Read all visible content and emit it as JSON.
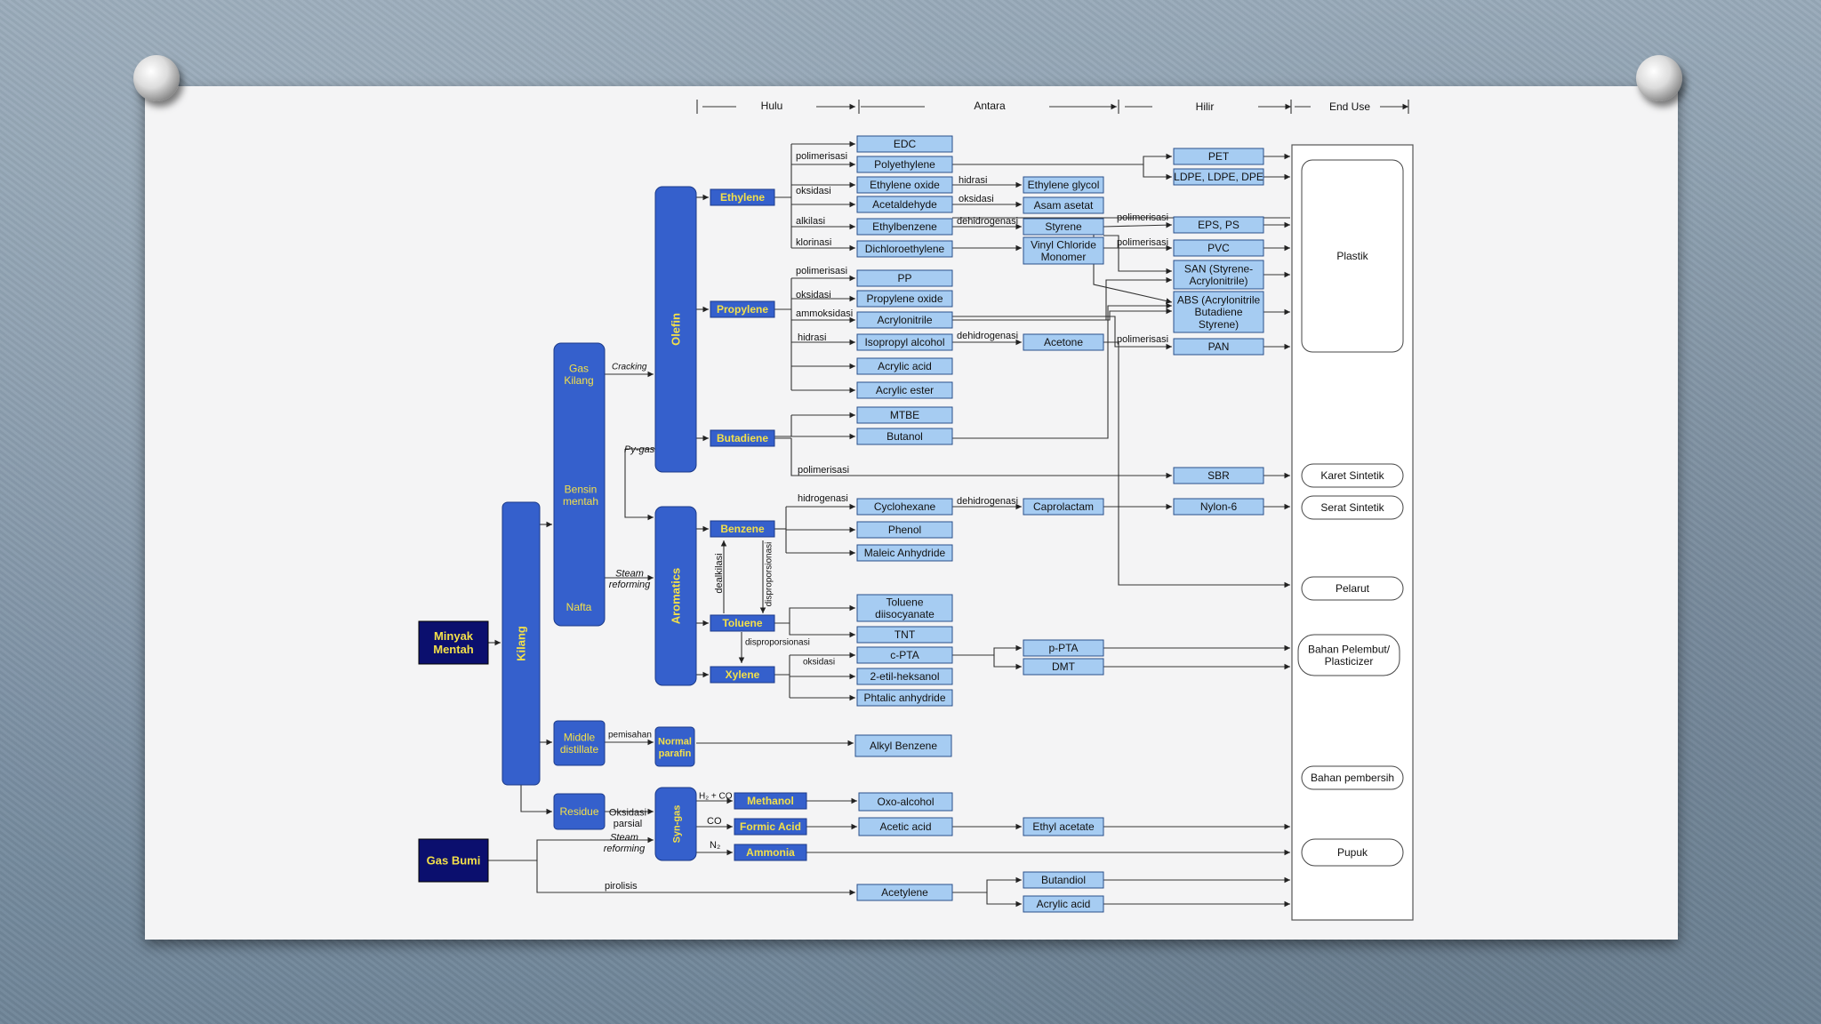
{
  "stages": {
    "hulu": "Hulu",
    "antara": "Antara",
    "hilir": "Hilir",
    "end_use": "End Use"
  },
  "sources": {
    "crude": [
      "Minyak",
      "Mentah"
    ],
    "gas": "Gas Bumi"
  },
  "refinery": {
    "kilang": "Kilang",
    "gas_kilang": [
      "Gas",
      "Kilang"
    ],
    "bensin_mentah": [
      "Bensin",
      "mentah"
    ],
    "nafta": "Nafta",
    "middle_distillate": [
      "Middle",
      "distillate"
    ],
    "residue": "Residue",
    "normal_parafin": [
      "Normal",
      "parafin"
    ],
    "syn_gas": "Syn-gas"
  },
  "groups": {
    "olefin": "Olefin",
    "aromatics": "Aromatics"
  },
  "basics": {
    "ethylene": "Ethylene",
    "propylene": "Propylene",
    "butadiene": "Butadiene",
    "benzene": "Benzene",
    "toluene": "Toluene",
    "xylene": "Xylene",
    "methanol": "Methanol",
    "formic_acid": "Formic Acid",
    "ammonia": "Ammonia"
  },
  "intermediates": {
    "edc": "EDC",
    "polyethylene": "Polyethylene",
    "ethylene_oxide": "Ethylene oxide",
    "acetaldehyde": "Acetaldehyde",
    "ethylbenzene": "Ethylbenzene",
    "dichloroethylene": "Dichloroethylene",
    "pp": "PP",
    "propylene_oxide": "Propylene oxide",
    "acrylonitrile": "Acrylonitrile",
    "isopropyl_alcohol": "Isopropyl alcohol",
    "acrylic_acid": "Acrylic acid",
    "acrylic_ester": "Acrylic ester",
    "mtbe": "MTBE",
    "butanol": "Butanol",
    "cyclohexane": "Cyclohexane",
    "phenol": "Phenol",
    "maleic_anhydride": "Maleic Anhydride",
    "toluene_diisocyanate": [
      "Toluene",
      "diisocyanate"
    ],
    "tnt": "TNT",
    "c_pta": "c-PTA",
    "etil_heksanol": "2-etil-heksanol",
    "phthalic_anhydride": "Phtalic anhydride",
    "alkyl_benzene": "Alkyl Benzene",
    "oxo_alcohol": "Oxo-alcohol",
    "acetic_acid": "Acetic acid",
    "acetylene": "Acetylene"
  },
  "downstream": {
    "ethylene_glycol": "Ethylene glycol",
    "asam_asetat": "Asam asetat",
    "styrene": "Styrene",
    "vcm": [
      "Vinyl Chloride",
      "Monomer"
    ],
    "acetone": "Acetone",
    "caprolactam": "Caprolactam",
    "p_pta": "p-PTA",
    "dmt": "DMT",
    "ethyl_acetate": "Ethyl acetate",
    "butandiol": "Butandiol",
    "acrylic_acid_2": "Acrylic acid"
  },
  "products": {
    "pet": "PET",
    "ldpe": "LDPE, LDPE, DPE",
    "eps": "EPS, PS",
    "pvc": "PVC",
    "san": [
      "SAN (Styrene-",
      "Acrylonitrile)"
    ],
    "abs": [
      "ABS (Acrylonitrile",
      "Butadiene",
      "Styrene)"
    ],
    "pan": "PAN",
    "sbr": "SBR",
    "nylon": "Nylon-6"
  },
  "end_uses": {
    "plastik": "Plastik",
    "karet": "Karet Sintetik",
    "serat": "Serat Sintetik",
    "pelarut": "Pelarut",
    "pelembut": [
      "Bahan Pelembut/",
      "Plasticizer"
    ],
    "pembersih": "Bahan pembersih",
    "pupuk": "Pupuk"
  },
  "processes": {
    "polimerisasi": "polimerisasi",
    "oksidasi": "oksidasi",
    "alkilasi": "alkilasi",
    "klorinasi": "klorinasi",
    "hidrasi": "hidrasi",
    "dehidrogenasi": "dehidrogenasi",
    "ammoksidasi": "ammoksidasi",
    "hidrogenasi": "hidrogenasi",
    "dealkilasi": "dealkilasi",
    "disproporsionasi": "disproporsionasi",
    "pemisahan": "pemisahan",
    "cracking": "Cracking",
    "py_gas": "Py-gas",
    "steam_reforming": [
      "Steam",
      "reforming"
    ],
    "oksidasi_parsial": [
      "Oksidasi",
      "parsial"
    ],
    "pirolisis": "pirolisis",
    "h2_co": "H₂ + CO",
    "co": "CO",
    "n2": "N₂"
  },
  "colors": {
    "royal": "#3560cc",
    "navy": "#0b0f6e",
    "light": "#a6ccf2",
    "yellow": "#f3e04a"
  }
}
